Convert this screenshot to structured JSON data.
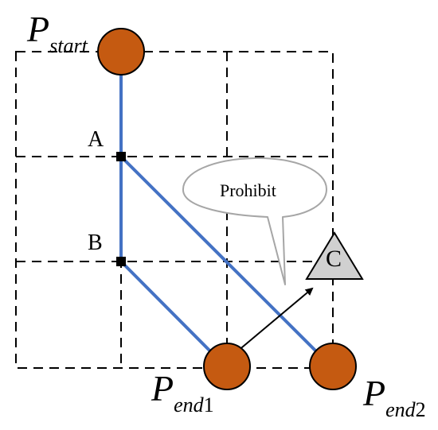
{
  "points": {
    "start": {
      "main": "P",
      "sub": "start"
    },
    "end1": {
      "main": "P",
      "sub": "end",
      "num": "1"
    },
    "end2": {
      "main": "P",
      "sub": "end",
      "num": "2"
    }
  },
  "nodes": {
    "a": "A",
    "b": "B"
  },
  "obstacle": {
    "letter": "C"
  },
  "bubble": {
    "text": "Prohibit"
  },
  "colors": {
    "circle_fill": "#C55A11",
    "circle_stroke": "#000000",
    "path_line": "#4472C4",
    "grid_dash": "#000000",
    "triangle_fill": "#D0D0D0",
    "bubble_stroke": "#A6A6A6"
  }
}
